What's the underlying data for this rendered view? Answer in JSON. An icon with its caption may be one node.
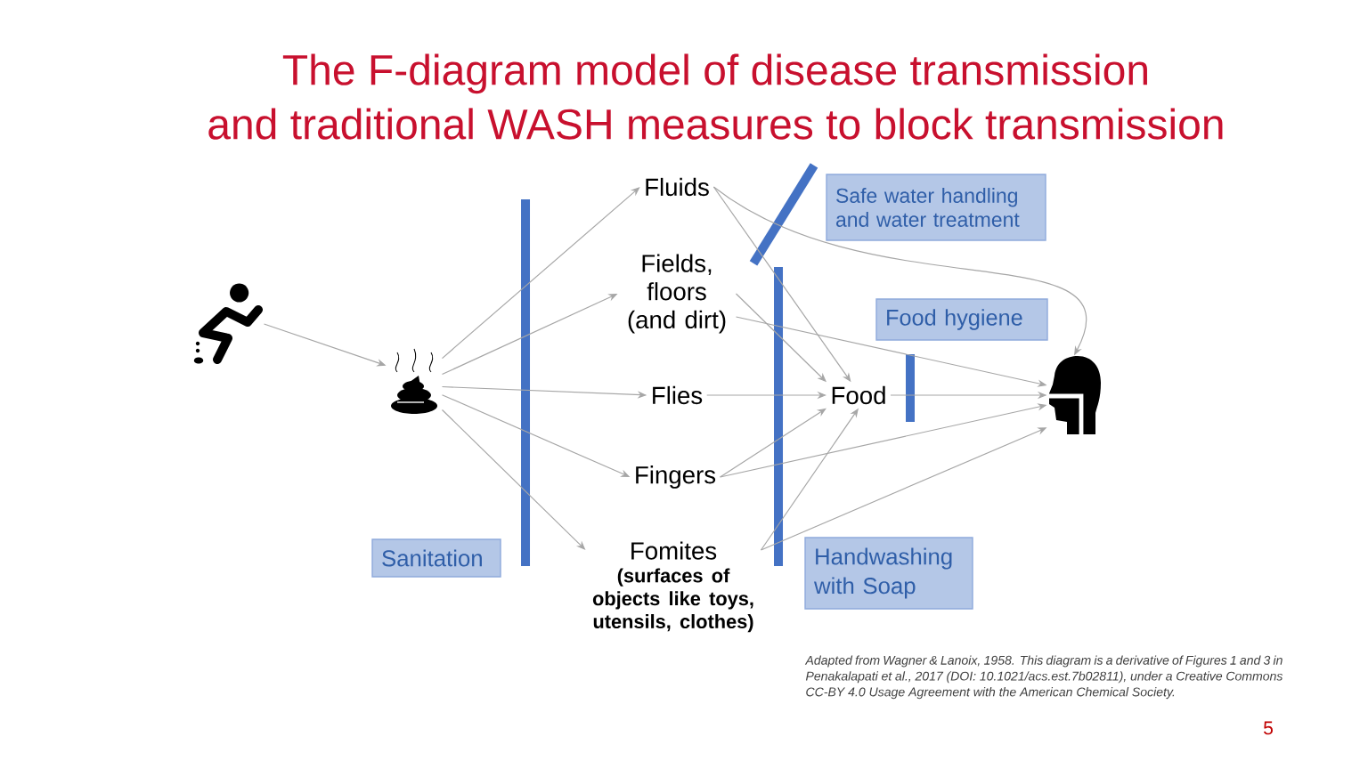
{
  "diagram": {
    "title": "The F-diagram model of disease transmission and traditional WASH measures to block transmission",
    "caption": "Adapted from Wagner & Lanoix, 1958. This diagram is a derivative of Figures 1 and 3 in Penakalapati et al., 2017 (DOI: 10.1021/acs.est.7b02811), under a Creative Commons CC-BY 4.0 Usage Agreement with the American Chemical Society.",
    "nodes": [
      {
        "text": [],
        "shape": "person"
      },
      {
        "text": [],
        "shape": "picture"
      },
      {
        "text": [
          "Fluids"
        ]
      },
      {
        "text": [
          "Fields, floors (and dirt)"
        ]
      },
      {
        "text": [
          "Flies"
        ]
      },
      {
        "text": [
          "Fingers"
        ]
      },
      {
        "text": [
          "Fomites",
          "(surfaces of objects like toys, utensils, clothes)"
        ]
      },
      {
        "text": [
          "Food"
        ]
      },
      {
        "text": [],
        "shape": "picture"
      },
      {
        "text": [
          "Safe water handling and water treatment"
        ]
      },
      {
        "text": [
          "Food hygiene"
        ]
      },
      {
        "text": [
          "Sanitation"
        ]
      },
      {
        "text": [
          "Handwashing with Soap"
        ]
      }
    ],
    "edges": [
      {
        "from": 0,
        "to": 1,
        "arrow": "to"
      },
      {
        "from": 1,
        "to": 2,
        "arrow": "to"
      },
      {
        "from": 1,
        "to": 3,
        "arrow": "to"
      },
      {
        "from": 1,
        "to": 4,
        "arrow": "to"
      },
      {
        "from": 1,
        "to": 5,
        "arrow": "to"
      },
      {
        "from": 1,
        "to": 6,
        "arrow": "to"
      },
      {
        "from": 2,
        "to": 7,
        "arrow": "to"
      },
      {
        "from": 2,
        "to": 8,
        "arrow": "to"
      },
      {
        "from": 3,
        "to": 7,
        "arrow": "to"
      },
      {
        "from": 3,
        "to": 8,
        "arrow": "to"
      },
      {
        "from": 4,
        "to": 7,
        "arrow": "to"
      },
      {
        "from": 7,
        "to": 8,
        "arrow": "to"
      },
      {
        "from": 5,
        "to": 7,
        "arrow": "to"
      },
      {
        "from": 5,
        "to": 8,
        "arrow": "to"
      },
      {
        "from": 6,
        "to": 7,
        "arrow": "to"
      },
      {
        "from": 6,
        "to": 8,
        "arrow": "to"
      }
    ],
    "labels": [
      "5"
    ]
  }
}
